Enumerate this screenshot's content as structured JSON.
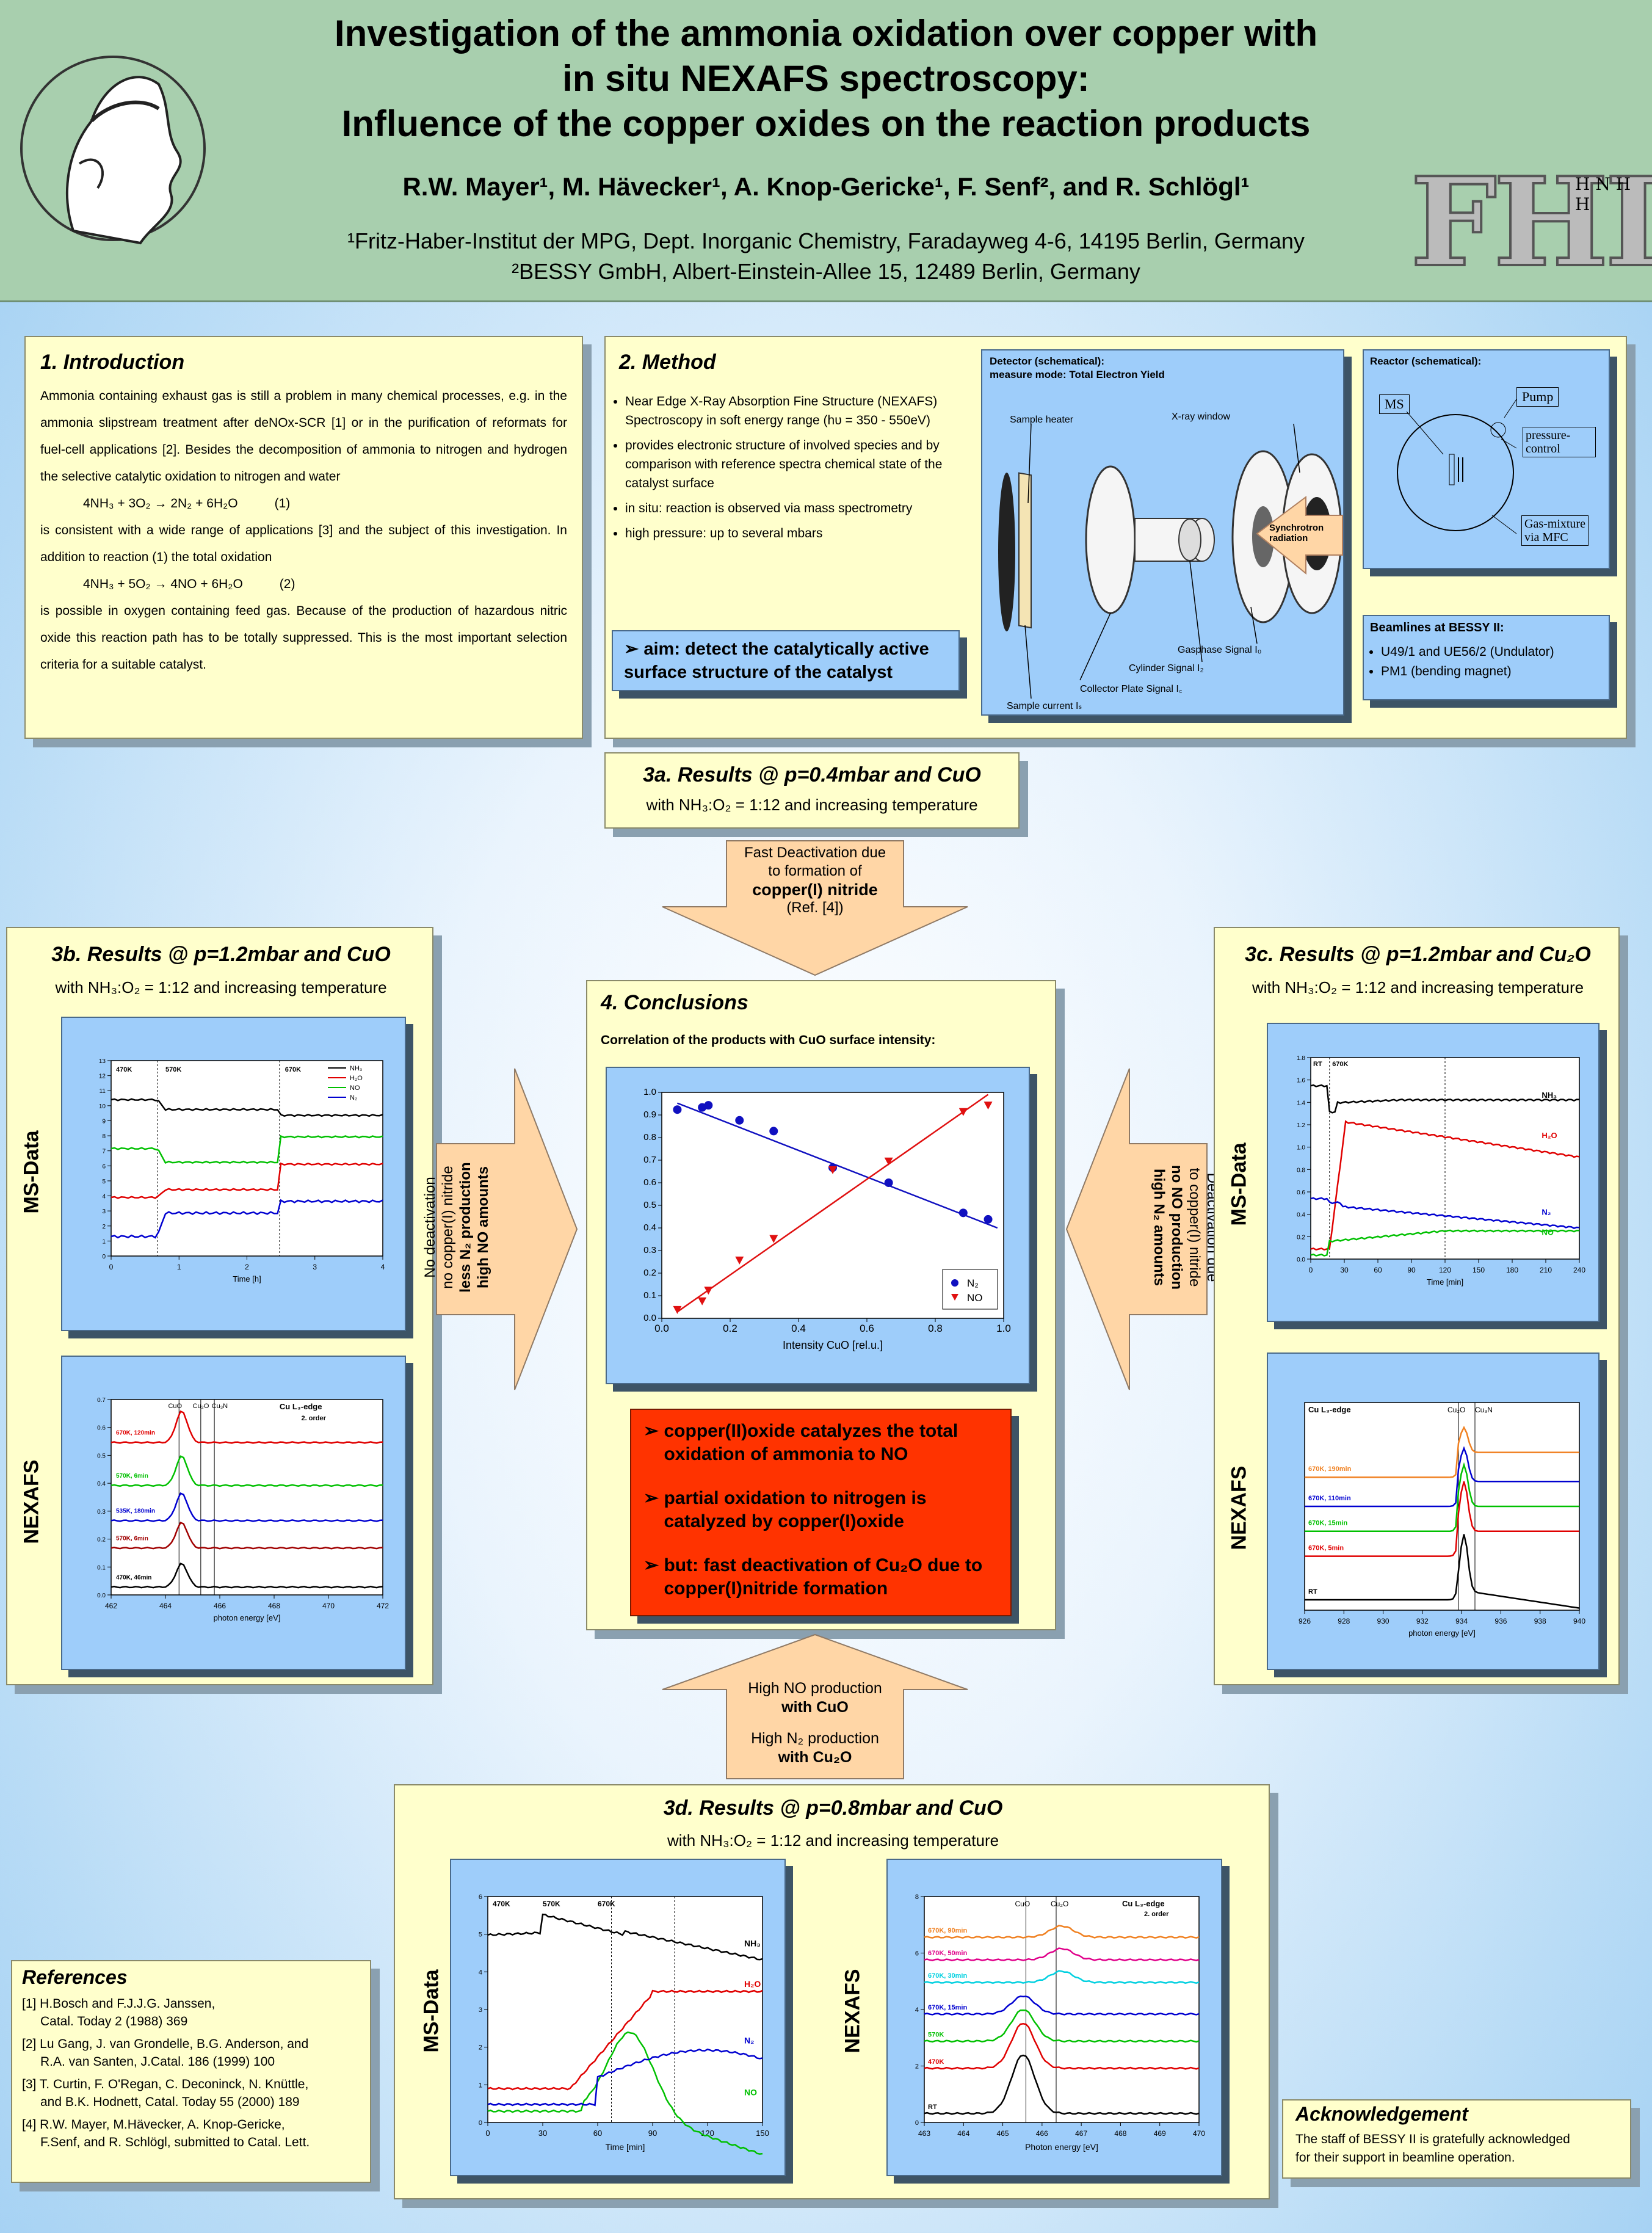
{
  "header": {
    "title_lines": [
      "Investigation of the ammonia oxidation over copper with",
      "in situ NEXAFS spectroscopy:",
      "Influence of the copper oxides on the reaction products"
    ],
    "authors": "R.W. Mayer¹, M. Hävecker¹, A. Knop-Gericke¹, F. Senf², and R. Schlögl¹",
    "affil1": "¹Fritz-Haber-Institut der MPG, Dept. Inorganic Chemistry, Faradayweg 4-6, 14195 Berlin, Germany",
    "affil2": "²BESSY GmbH, Albert-Einstein-Allee 15, 12489 Berlin, Germany",
    "logo_text": "FHI",
    "logo_molecule": "H N H H"
  },
  "intro": {
    "heading": "1. Introduction",
    "p1": "Ammonia containing exhaust gas is still a problem in many chemical processes, e.g. in the ammonia slipstream treatment after deNOx-SCR [1] or in the purification of reformats for fuel-cell applications [2]. Besides the decomposition of ammonia to nitrogen and hydrogen the selective catalytic oxidation to nitrogen and water",
    "eq1": "4NH₃ + 3O₂ → 2N₂ + 6H₂O",
    "eq1_no": "(1)",
    "p2": "is consistent with a wide range of applications [3] and the subject of this investigation. In addition to reaction (1) the total oxidation",
    "eq2": "4NH₃ + 5O₂ → 4NO + 6H₂O",
    "eq2_no": "(2)",
    "p3": "is possible in oxygen containing feed gas. Because of the production of hazardous nitric oxide this reaction path has to be totally suppressed. This is the most important selection criteria for a suitable catalyst."
  },
  "method": {
    "heading": "2. Method",
    "bullets": [
      "Near Edge X-Ray Absorption Fine Structure (NEXAFS) Spectroscopy in soft energy range (hυ = 350 - 550eV)",
      "provides electronic structure of involved species and by comparison with reference spectra chemical state of the catalyst surface",
      "in situ: reaction is observed via mass spectrometry",
      "high pressure: up to several mbars"
    ],
    "aim": "➢ aim: detect the catalytically active surface structure of the catalyst",
    "detector_title": "Detector (schematical):",
    "detector_mode": "measure mode: Total Electron Yield",
    "labels": [
      "Sample heater",
      "X-ray window",
      "Synchrotron radiation",
      "Gasphase Signal I₀",
      "Cylinder Signal I₂",
      "Collector Plate Signal I꜀",
      "Sample current Iₛ"
    ],
    "reactor_title": "Reactor (schematical):",
    "reactor_labels": [
      "MS",
      "Pump",
      "pressure-control",
      "Gas-mixture via MFC"
    ],
    "beamlines_title": "Beamlines at BESSY II:",
    "beamlines": [
      "U49/1 and UE56/2 (Undulator)",
      "PM1 (bending magnet)"
    ]
  },
  "r3a": {
    "heading": "3a. Results @ p=0.4mbar and CuO",
    "sub": "with NH₃:O₂ = 1:12 and increasing temperature"
  },
  "arrow_top": {
    "l1": "Fast Deactivation due",
    "l2": "to formation of",
    "l3": "copper(I) nitride",
    "l4": "(Ref. [4])"
  },
  "r3b": {
    "heading": "3b. Results @ p=1.2mbar and CuO",
    "sub": "with NH₃:O₂ = 1:12 and increasing temperature",
    "ms_label": "MS-Data",
    "nx_label": "NEXAFS"
  },
  "arrow_left": {
    "l1": "No deactivation",
    "l2": "no copper(I) nitride",
    "l3": "less N₂ production",
    "l4": "high NO amounts"
  },
  "r3c": {
    "heading": "3c. Results @ p=1.2mbar and Cu₂O",
    "sub": "with NH₃:O₂ = 1:12 and increasing temperature",
    "ms_label": "MS-Data",
    "nx_label": "NEXAFS"
  },
  "arrow_right": {
    "l1": "Deactivation due",
    "l2": "to copper(I) nitride",
    "l3": "no NO production",
    "l4": "high N₂ amounts"
  },
  "conclusions": {
    "heading": "4. Conclusions",
    "sub": "Correlation of the products with CuO surface intensity:",
    "bullets": [
      "copper(II)oxide catalyzes the total oxidation of ammonia to NO",
      "partial oxidation to nitrogen is catalyzed by copper(I)oxide",
      "but: fast deactivation of Cu₂O due to copper(I)nitride formation"
    ]
  },
  "arrow_bottom": {
    "l1": "High NO production",
    "l2": "with CuO",
    "l3": "High N₂ production",
    "l4": "with Cu₂O"
  },
  "r3d": {
    "heading": "3d. Results @ p=0.8mbar and CuO",
    "sub": "with NH₃:O₂ = 1:12 and increasing temperature",
    "ms_label": "MS-Data",
    "nx_label": "NEXAFS"
  },
  "references": {
    "heading": "References",
    "items": [
      [
        "[1] H.Bosch and F.J.J.G. Janssen,",
        "Catal. Today 2 (1988) 369"
      ],
      [
        "[2] Lu Gang, J. van Grondelle, B.G. Anderson, and",
        "R.A. van Santen, J.Catal. 186 (1999) 100"
      ],
      [
        "[3] T. Curtin, F. O'Regan, C. Deconinck, N. Knüttle,",
        "and B.K. Hodnett, Catal. Today 55 (2000) 189"
      ],
      [
        "[4] R.W. Mayer, M.Hävecker, A. Knop-Gericke,",
        "F.Senf, and R. Schlögl, submitted to Catal. Lett."
      ]
    ]
  },
  "ack": {
    "heading": "Acknowledgement",
    "text1": "The staff of BESSY II is gratefully acknowledged",
    "text2": "for their support in beamline operation."
  },
  "charts": {
    "conclusion": {
      "type": "scatter",
      "xlabel": "Intensity CuO [rel.u.]",
      "xticks": [
        "0.0",
        "0.2",
        "0.4",
        "0.6",
        "0.8",
        "1.0"
      ],
      "yticks": [
        "0.0",
        "0.1",
        "0.2",
        "0.3",
        "0.4",
        "0.5",
        "0.6",
        "0.7",
        "0.8",
        "0.9",
        "1.0"
      ],
      "legend": [
        "N₂",
        "NO"
      ],
      "xlim": [
        -0.05,
        1.05
      ],
      "ylim": [
        0,
        1.05
      ],
      "series": [
        {
          "name": "N₂",
          "color": "#1010c0",
          "x": [
            0.0,
            0.08,
            0.1,
            0.2,
            0.31,
            0.5,
            0.68,
            0.92,
            1.0
          ],
          "y": [
            0.97,
            0.98,
            0.99,
            0.92,
            0.87,
            0.7,
            0.63,
            0.49,
            0.46
          ]
        },
        {
          "name": "NO",
          "color": "#e01010",
          "x": [
            0.0,
            0.08,
            0.1,
            0.2,
            0.31,
            0.5,
            0.68,
            0.92,
            1.0
          ],
          "y": [
            0.04,
            0.08,
            0.13,
            0.27,
            0.37,
            0.69,
            0.73,
            0.96,
            0.99
          ]
        }
      ]
    },
    "ms3b": {
      "xlabel": "Time [h]",
      "xticks": [
        "0",
        "1",
        "2",
        "3",
        "4"
      ],
      "yticks": [
        "0",
        "1",
        "2",
        "3",
        "4",
        "5",
        "6",
        "7",
        "8",
        "9",
        "10",
        "11",
        "12",
        "13"
      ],
      "temps": [
        "470K",
        "570K",
        "670K"
      ],
      "legend": [
        "NH₃",
        "H₂O",
        "NO",
        "N₂"
      ]
    },
    "nx3b": {
      "xlabel": "photon energy [eV]",
      "xticks": [
        "462",
        "464",
        "466",
        "468",
        "470",
        "472"
      ],
      "yticks": [
        "0.0",
        "0.1",
        "0.2",
        "0.3",
        "0.4",
        "0.5",
        "0.6",
        "0.7"
      ],
      "peaks": [
        "CuO",
        "Cu₂O",
        "Cu₃N"
      ],
      "edge": "Cu L₃-edge",
      "order": "2. order",
      "traces": [
        "670K, 120min",
        "570K, 6min",
        "535K, 180min",
        "570K, 6min",
        "470K, 46min"
      ]
    },
    "ms3c": {
      "xlabel": "Time [min]",
      "xticks": [
        "0",
        "30",
        "60",
        "90",
        "120",
        "150",
        "180",
        "210",
        "240"
      ],
      "yticks": [
        "0.0",
        "0.2",
        "0.4",
        "0.6",
        "0.8",
        "1.0",
        "1.2",
        "1.4",
        "1.6",
        "1.8"
      ],
      "temps": [
        "RT",
        "670K"
      ],
      "series_labels": [
        "NH₃",
        "H₂O",
        "N₂",
        "NO"
      ]
    },
    "nx3c": {
      "xlabel": "photon energy [eV]",
      "xticks": [
        "926",
        "928",
        "930",
        "932",
        "934",
        "936",
        "938",
        "940"
      ],
      "peaks": [
        "Cu₂O",
        "Cu₃N"
      ],
      "edge": "Cu L₃-edge",
      "traces": [
        "670K, 190min",
        "670K, 110min",
        "670K, 15min",
        "670K, 5min",
        "RT"
      ]
    },
    "ms3d": {
      "xlabel": "Time [min]",
      "xticks": [
        "0",
        "30",
        "60",
        "90",
        "120",
        "150"
      ],
      "yticks": [
        "0",
        "1",
        "2",
        "3",
        "4",
        "5",
        "6"
      ],
      "temps": [
        "470K",
        "570K",
        "670K"
      ],
      "series_labels": [
        "NH₃",
        "H₂O",
        "N₂",
        "NO"
      ]
    },
    "nx3d": {
      "xlabel": "Photon energy [eV]",
      "xticks": [
        "463",
        "464",
        "465",
        "466",
        "467",
        "468",
        "469",
        "470"
      ],
      "yticks": [
        "0",
        "2",
        "4",
        "6",
        "8"
      ],
      "peaks": [
        "CuO",
        "Cu₂O"
      ],
      "edge": "Cu L₃-edge",
      "order": "2. order",
      "traces": [
        "670K, 90min",
        "670K, 50min",
        "670K, 30min",
        "670K, 15min",
        "570K",
        "470K",
        "RT"
      ]
    }
  },
  "colors": {
    "header_bg": "#a8cfae",
    "panel": "#ffffcc",
    "plot_bg": "#9ecdfa",
    "arrow": "#ffd6a6",
    "red_box": "#ff3300"
  }
}
